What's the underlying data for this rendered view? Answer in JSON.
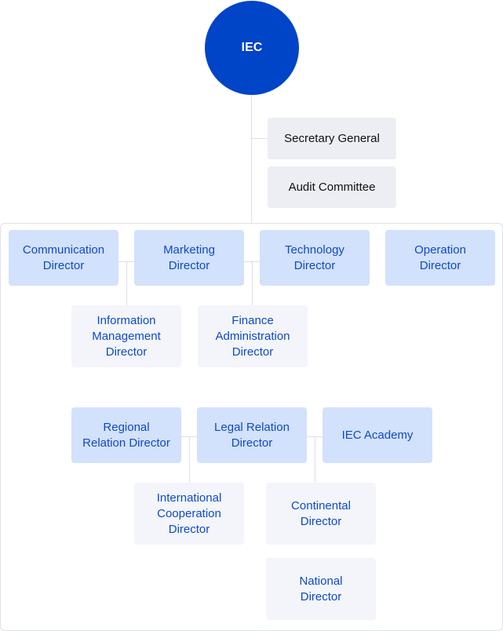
{
  "colors": {
    "root_fill": "#0044c8",
    "primary_fill": "#d2e1fc",
    "secondary_fill": "#f3f5fa",
    "side_fill": "#eceef3",
    "node_text": "#0d4ac7",
    "connector": "#dcdfe5"
  },
  "root": {
    "label": "IEC"
  },
  "side_units": [
    {
      "label": "Secretary General"
    },
    {
      "label": "Audit Committee"
    }
  ],
  "group_one": {
    "primary": [
      {
        "label": "Communication\nDirector"
      },
      {
        "label": "Marketing\nDirector"
      },
      {
        "label": "Technology\nDirector"
      },
      {
        "label": "Operation\nDirector"
      }
    ],
    "secondary": [
      {
        "label": "Information\nManagement\nDirector"
      },
      {
        "label": "Finance\nAdministration\nDirector"
      }
    ]
  },
  "group_two": {
    "primary": [
      {
        "label": "Regional\nRelation Director"
      },
      {
        "label": "Legal Relation\nDirector"
      },
      {
        "label": "IEC Academy"
      }
    ],
    "secondary": [
      {
        "label": "International\nCooperation\nDirector"
      },
      {
        "label": "Continental\nDirector"
      },
      {
        "label": "National\nDirector"
      }
    ]
  }
}
